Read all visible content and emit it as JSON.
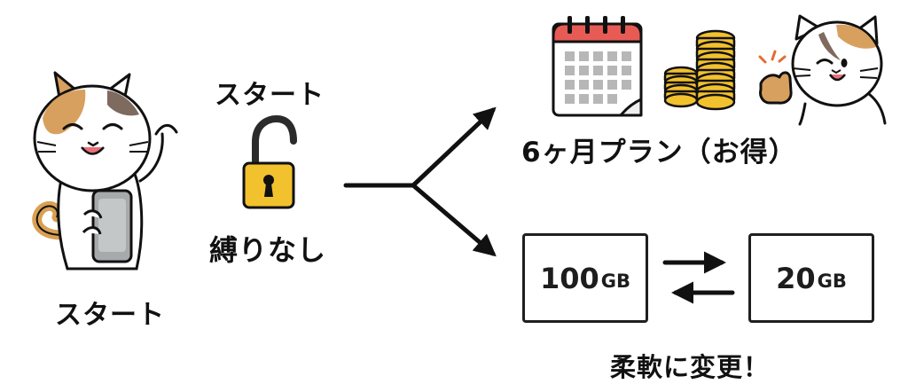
{
  "labels": {
    "start_top": "スタート",
    "start_bottom": "スタート",
    "no_lock": "縛りなし",
    "plan": "6ヶ月プラン（お得）",
    "flexible": "柔軟に変更！"
  },
  "data_boxes": {
    "large": {
      "amount": "100",
      "unit": "GB"
    },
    "small": {
      "amount": "20",
      "unit": "GB"
    }
  },
  "icons": [
    "cat-with-phone-icon",
    "open-padlock-icon",
    "calendar-icon",
    "coin-stack-icon",
    "thumbs-up-cat-icon",
    "branch-arrow-icon",
    "swap-arrows-icon"
  ],
  "colors": {
    "padlock": "#f2c12e",
    "calendar_header": "#e85b55",
    "coins": "#f2c12e",
    "line": "#111111"
  }
}
